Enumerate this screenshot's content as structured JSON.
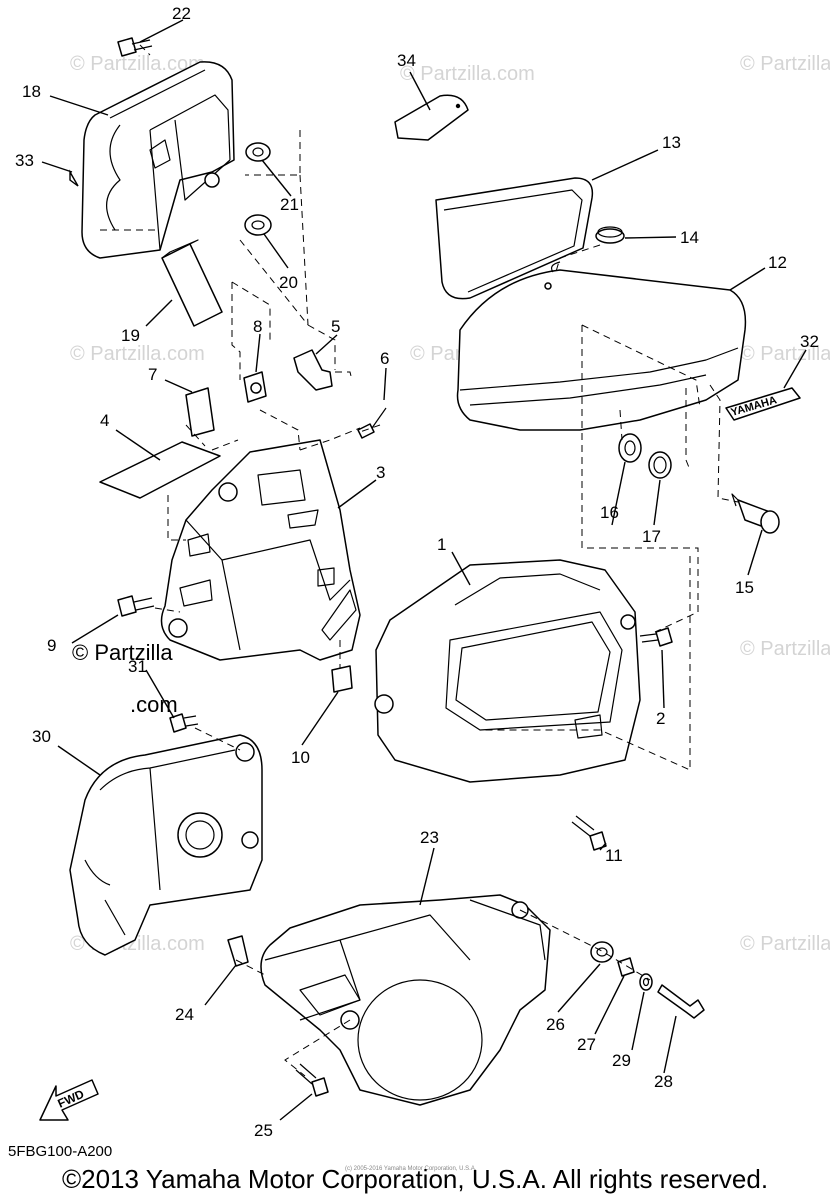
{
  "diagram_code": "5FBG100-A200",
  "copyright": "©2013 Yamaha Motor Corporation, U.S.A. All rights reserved.",
  "tiny_copyright": "(c) 2005-2016 Yamaha Motor Corporation, U.S.A.",
  "watermark": "© Partzilla.com",
  "watermark_big_1": "© Partzilla",
  "watermark_big_2": ".com",
  "fwd_label": "FWD",
  "decal_text": "YAMAHA",
  "part_labels": {
    "p1": "1",
    "p2": "2",
    "p3": "3",
    "p4": "4",
    "p5": "5",
    "p6": "6",
    "p7": "7",
    "p8": "8",
    "p9": "9",
    "p10": "10",
    "p11": "11",
    "p12": "12",
    "p13": "13",
    "p14": "14",
    "p15": "15",
    "p16": "16",
    "p17": "17",
    "p18": "18",
    "p19": "19",
    "p20": "20",
    "p21": "21",
    "p22": "22",
    "p23": "23",
    "p24": "24",
    "p25": "25",
    "p26": "26",
    "p27": "27",
    "p28": "28",
    "p29": "29",
    "p30": "30",
    "p31": "31",
    "p32": "32",
    "p33": "33",
    "p34": "34"
  }
}
